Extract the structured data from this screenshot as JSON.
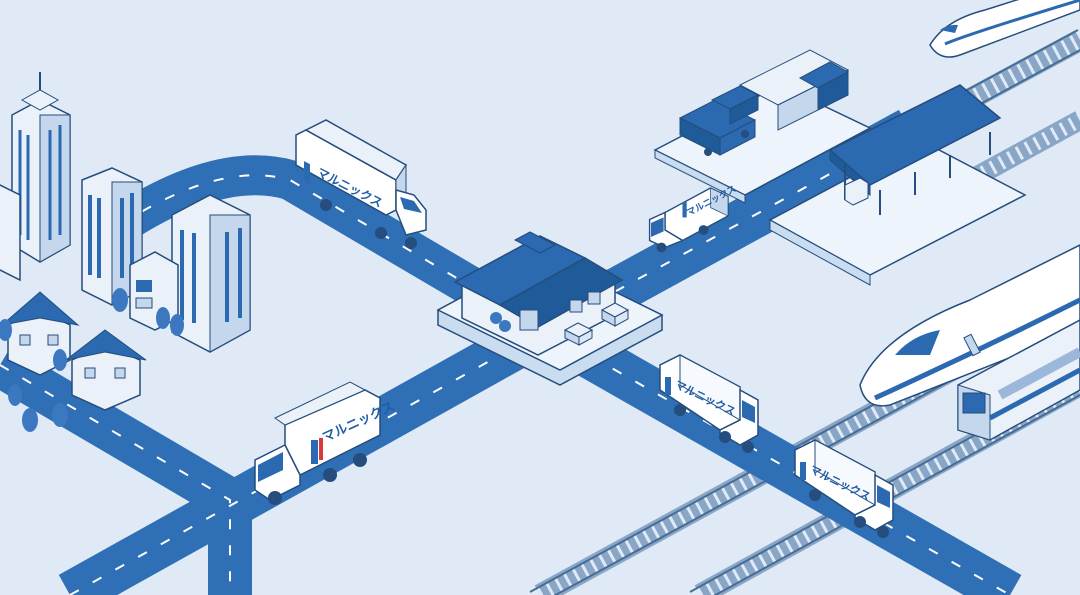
{
  "scene": {
    "description_free": true,
    "colors": {
      "background": "#dfeaf6",
      "road": "#2f6fb5",
      "road_dark": "#1f5a99",
      "lane_mark": "#ffffff",
      "platform": "#eef4fb",
      "outline": "#254d7d",
      "building_light": "#eaf1f9",
      "building_side": "#c5d7ec",
      "roof_blue": "#2b69b0",
      "tree": "#3b78c0",
      "rail_tie": "#7e9cc0",
      "rail": "#476c96"
    }
  },
  "trucks": [
    {
      "id": "truck-top",
      "label": "マルニックス"
    },
    {
      "id": "truck-mid-right",
      "label": "マルニックス"
    },
    {
      "id": "truck-bottom-left",
      "label": "マルニックス"
    },
    {
      "id": "truck-center-right",
      "label": "マルニックス"
    },
    {
      "id": "truck-bottom-right",
      "label": "マルニックス"
    }
  ],
  "icons": {
    "warehouse": "warehouse-icon",
    "train_shinkansen": "bullet-train-icon",
    "train_commuter": "commuter-train-icon",
    "container": "container-icon",
    "building": "office-building-icon",
    "house": "house-icon",
    "tree": "tree-icon"
  }
}
